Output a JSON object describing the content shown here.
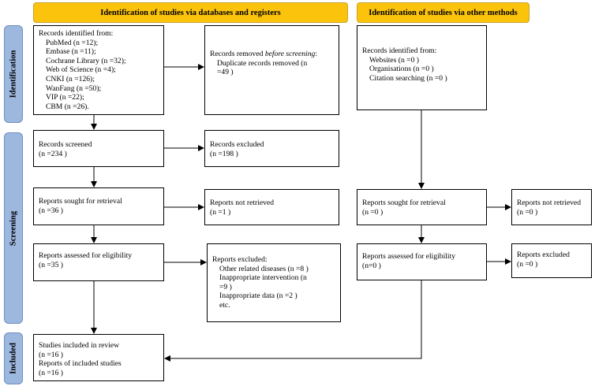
{
  "headers": {
    "databases": "Identification of studies via databases and registers",
    "other": "Identification of studies via other methods"
  },
  "phases": {
    "identification": "Identification",
    "screening": "Screening",
    "included": "Included"
  },
  "left": {
    "identified": {
      "title": "Records identified from:",
      "items": [
        "PubMed (n =12);",
        "Embase (n =11);",
        "Cochrane Library (n =32);",
        "Web of Science (n =4);",
        "CNKI (n =126);",
        "WanFang (n =50);",
        "VIP (n =22);",
        "CBM (n =26)."
      ]
    },
    "removed": {
      "title_pre": "Records removed ",
      "title_em": "before screening",
      "title_post": ":",
      "line1": "Duplicate records removed  (n",
      "line2": "=49 )"
    },
    "screened": {
      "title": "Records screened",
      "count": "(n =234 )"
    },
    "excluded": {
      "title": "Records excluded",
      "count": "(n =198 )"
    },
    "sought": {
      "title": "Reports sought for retrieval",
      "count": "(n =36 )"
    },
    "not_retrieved": {
      "title": "Reports not retrieved",
      "count": "(n =1 )"
    },
    "assessed": {
      "title": "Reports assessed for eligibility",
      "count": "(n =35 )"
    },
    "reports_excluded": {
      "title": "Reports excluded:",
      "items": [
        "Other related diseases (n =8 )",
        "Inappropriate intervention (n",
        "=9 )",
        "Inappropriate data (n =2 )",
        "etc."
      ]
    },
    "included": {
      "studies": "Studies included in review",
      "studies_count": "(n =16 )",
      "reports": "Reports of included studies",
      "reports_count": "(n =16 )"
    }
  },
  "right": {
    "identified": {
      "title": "Records identified from:",
      "items": [
        "Websites (n =0 )",
        "Organisations (n =0 )",
        "Citation searching (n =0 )"
      ]
    },
    "sought": {
      "title": "Reports sought for retrieval",
      "count": "(n =0 )"
    },
    "not_retrieved": {
      "title": "Reports not retrieved",
      "count": "(n =0 )"
    },
    "assessed": {
      "title": "Reports assessed for eligibility",
      "count": "(n=0 )"
    },
    "excluded": {
      "title": "Reports excluded",
      "count": "(n =0 )"
    }
  },
  "colors": {
    "header": "#fcc30c",
    "phase": "#9db8df"
  }
}
